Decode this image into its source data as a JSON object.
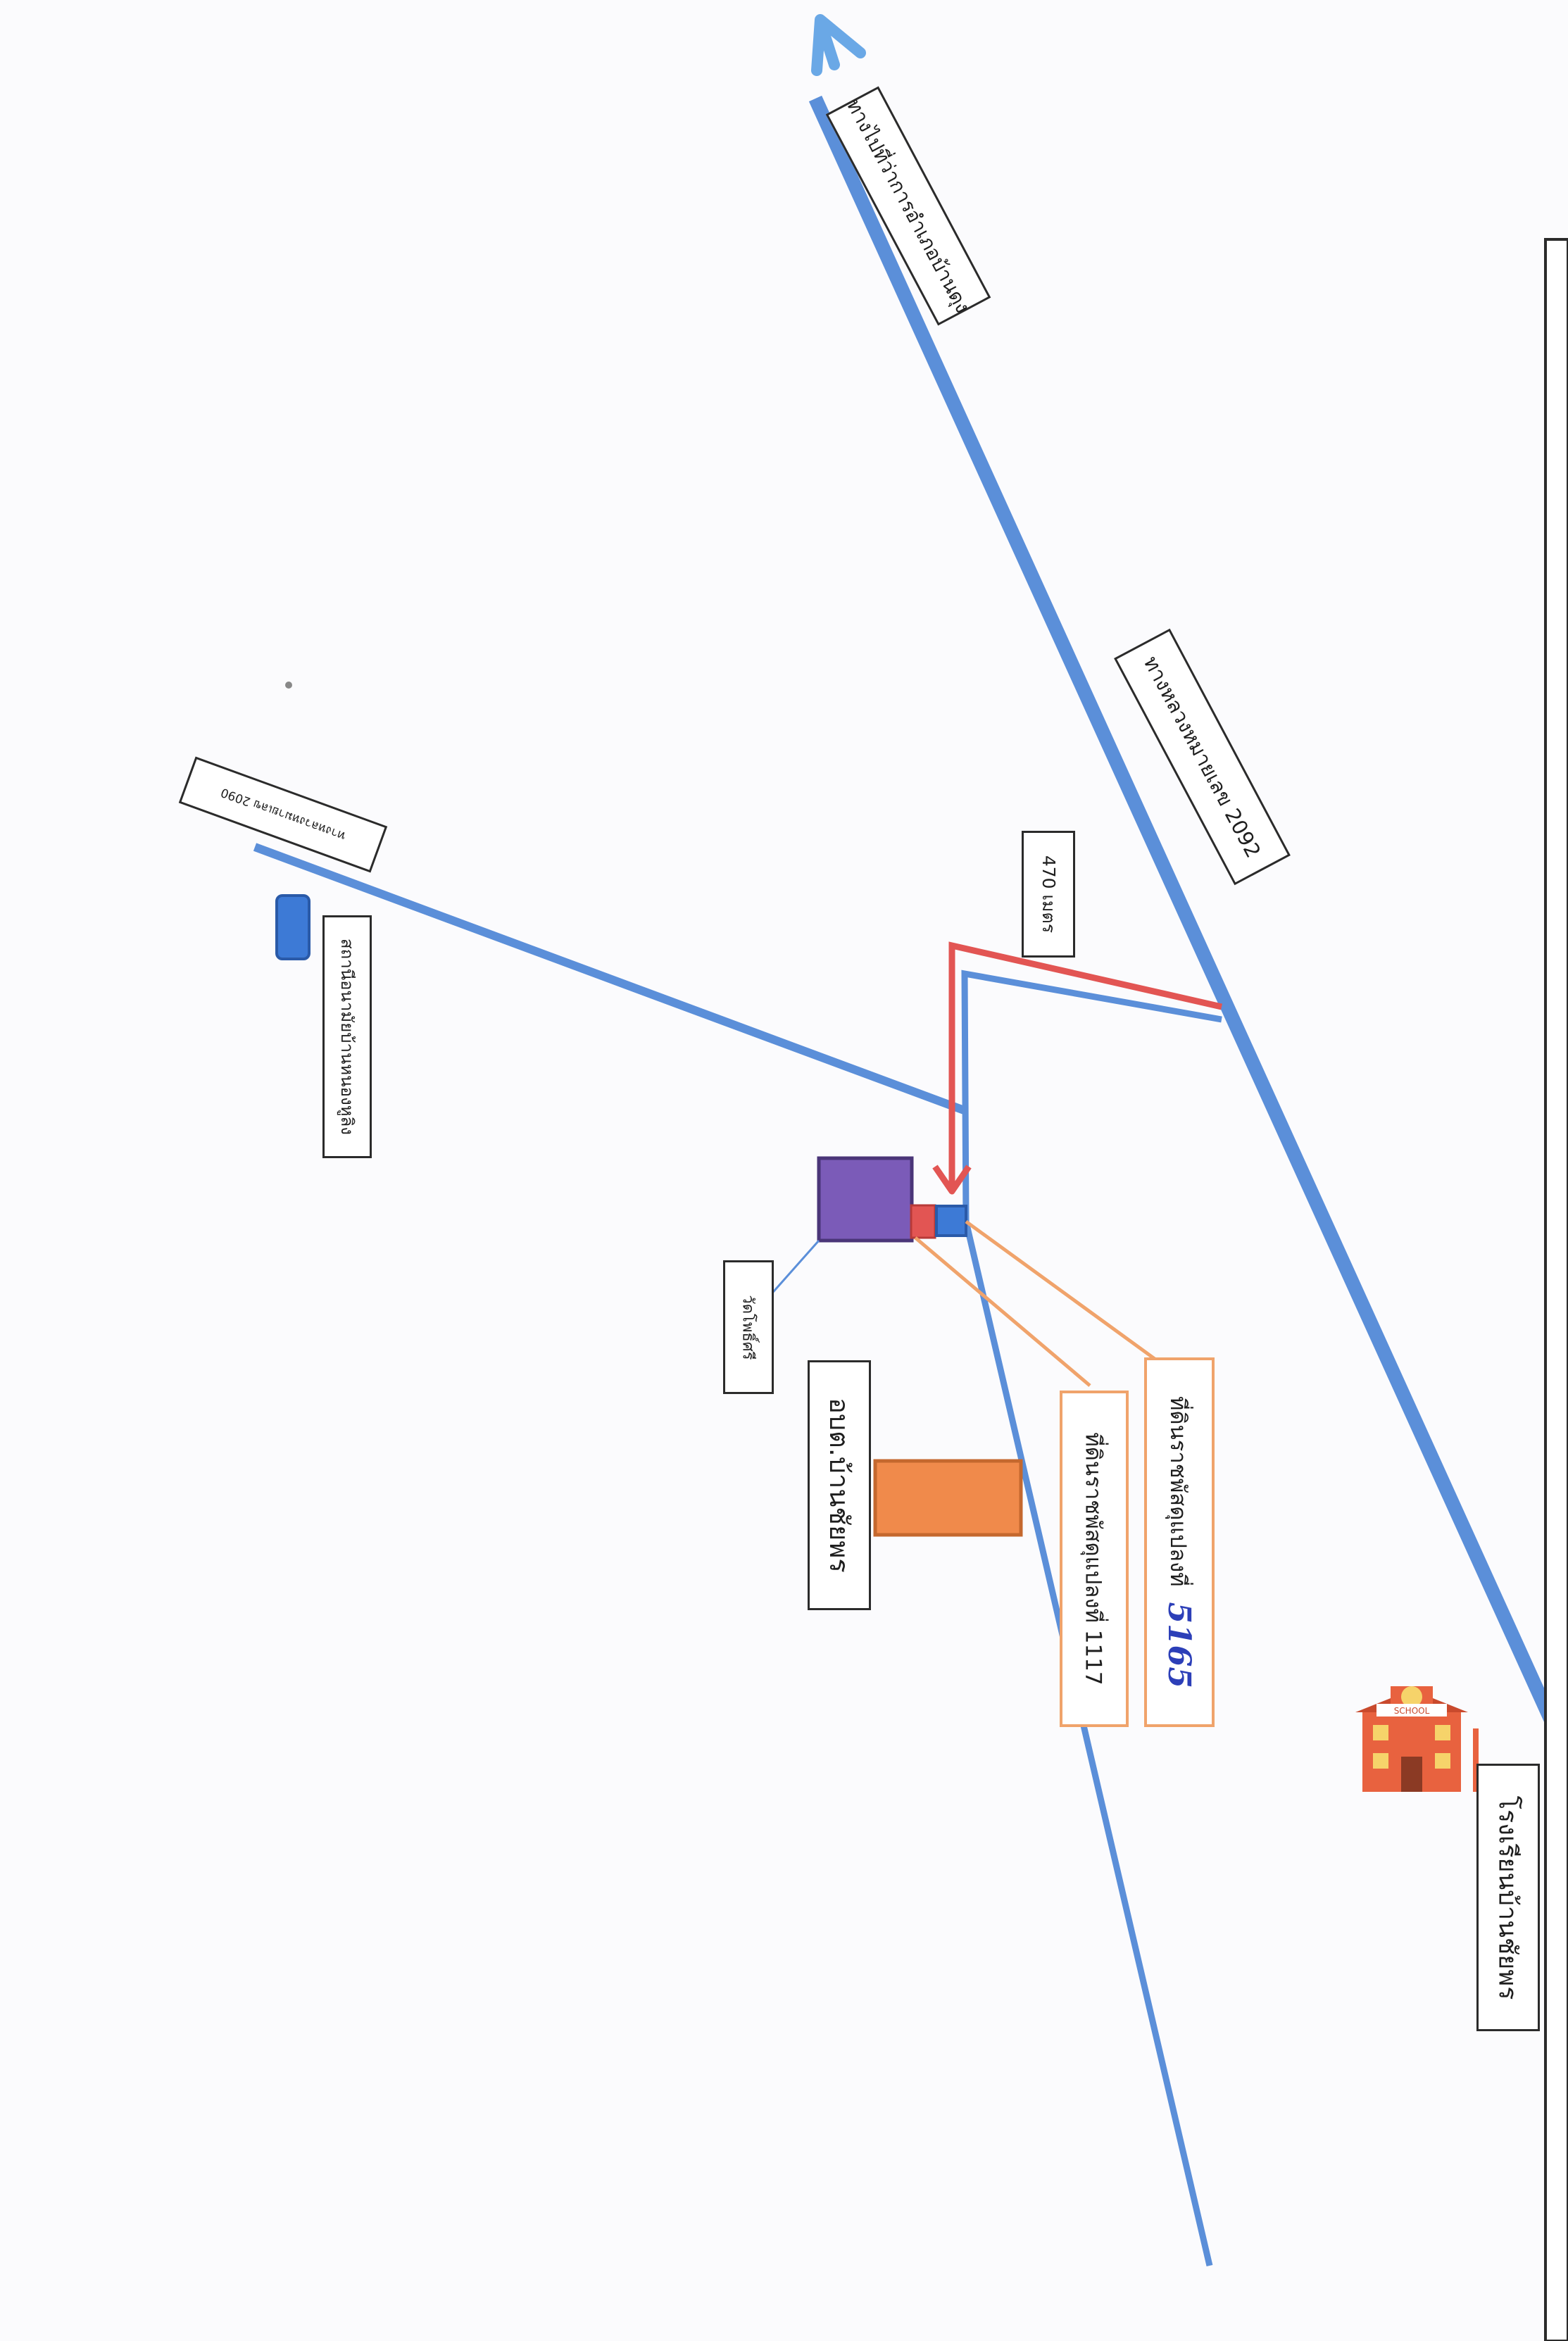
{
  "map": {
    "title_handwritten": "แปลงที่ 1-",
    "labels": {
      "road_to_district": "ทางไปที่ว่าการอำเภอบ้านดุง",
      "highway_2092": "ทางหลวงหมายเลข 2092",
      "highway_2090": "ทางหลวงหมายเลข 2090",
      "distance": "470 เมตร",
      "health_station": "สถานีอนามัยบ้านหนองหูลิง",
      "temple": "วัดโพธิ์ศรี",
      "tao_office": "อบต.บ้านชัยพร",
      "plot_1117": "ที่ดินราชพัสดุแปลงที่ 1117",
      "plot_prefix": "ที่ดินราชพัสดุแปลงที่",
      "plot_handwritten_number": "5165",
      "school": "โรงเรียนบ้านชัยพร",
      "school_sign": "SCHOOL"
    },
    "colors": {
      "road": "#5b8fd9",
      "route": "#e25553",
      "temple_fill": "#7b5bb8",
      "tao_fill": "#f08a4b",
      "health_fill": "#3d7ad6",
      "leader_orange": "#f0a36b",
      "school_brick": "#e8623f"
    }
  }
}
